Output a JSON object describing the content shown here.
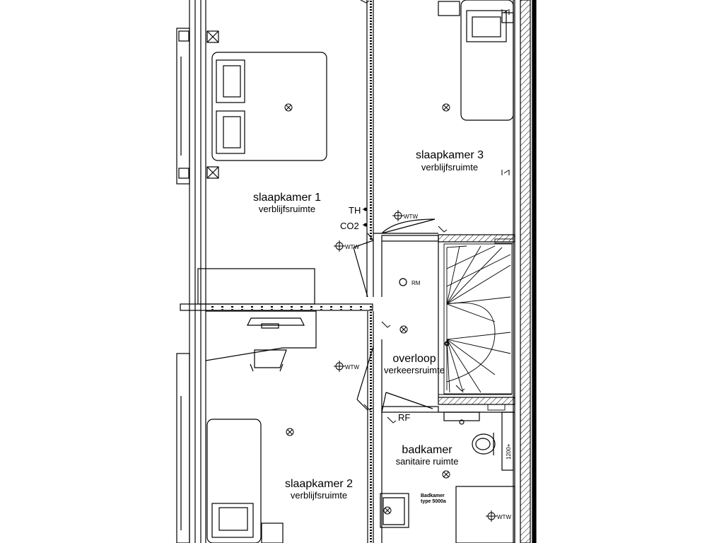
{
  "rooms": {
    "slaapkamer1": {
      "name": "slaapkamer 1",
      "type": "verblijfsruimte"
    },
    "slaapkamer2": {
      "name": "slaapkamer 2",
      "type": "verblijfsruimte"
    },
    "slaapkamer3": {
      "name": "slaapkamer 3",
      "type": "verblijfsruimte"
    },
    "overloop": {
      "name": "overloop",
      "type": "verkeersruimte"
    },
    "badkamer": {
      "name": "badkamer",
      "type": "sanitaire ruimte"
    }
  },
  "labels": {
    "th": "TH",
    "co2": "CO2",
    "rf": "RF",
    "rm": "RM",
    "wtw": "WTW",
    "toilet_height": "1200+",
    "bath_line1": "Badkamer",
    "bath_line2": "type 5000a"
  },
  "colors": {
    "line": "#000000",
    "background": "#ffffff"
  }
}
